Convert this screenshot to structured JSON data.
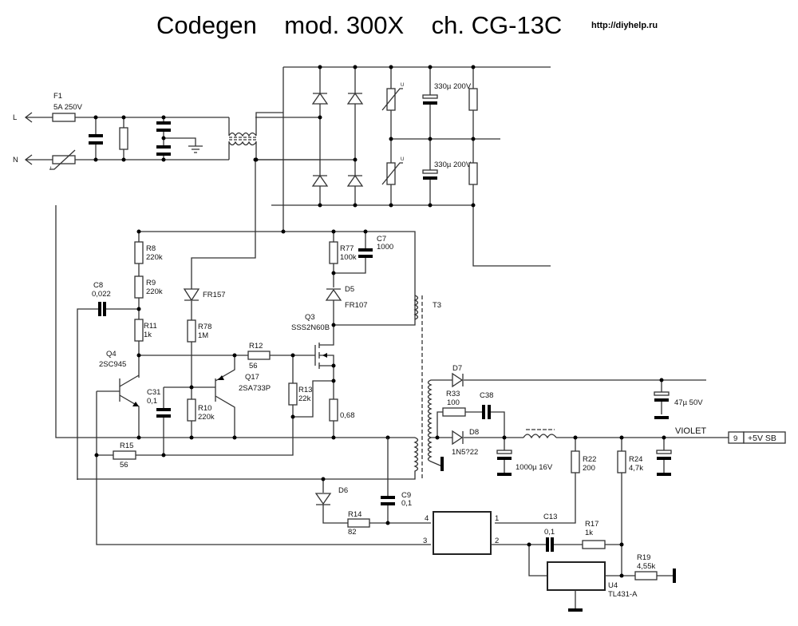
{
  "header": {
    "title": "Codegen    mod. 300X    ch. CG-13C",
    "url": "http://diyhelp.ru"
  },
  "colors": {
    "wire": "#333333",
    "background": "#ffffff",
    "text": "#111111"
  },
  "terminals": {
    "line": "L",
    "neutral": "N"
  },
  "components": {
    "F1": {
      "ref": "F1",
      "value": "5A 250V"
    },
    "C_bulk_top": {
      "value": "330µ 200V"
    },
    "C_bulk_bot": {
      "value": "330µ 200V"
    },
    "varistor_label": "U",
    "thermistor_label": "t",
    "R8": {
      "ref": "R8",
      "value": "220k"
    },
    "R9": {
      "ref": "R9",
      "value": "220k"
    },
    "R11": {
      "ref": "R11",
      "value": "1k"
    },
    "C8": {
      "ref": "C8",
      "value": "0,022"
    },
    "D_FR157": {
      "value": "FR157"
    },
    "R78": {
      "ref": "R78",
      "value": "1M"
    },
    "R77": {
      "ref": "R77",
      "value": "100k"
    },
    "C7": {
      "ref": "C7",
      "value": "1000"
    },
    "D5": {
      "ref": "D5",
      "value": "FR107"
    },
    "Q3": {
      "ref": "Q3",
      "value": "SSS2N60B"
    },
    "T3": {
      "ref": "T3"
    },
    "Q4": {
      "ref": "Q4",
      "value": "2SC945"
    },
    "R12": {
      "ref": "R12",
      "value": "56"
    },
    "Q17": {
      "ref": "Q17",
      "value": "2SA733P"
    },
    "C31": {
      "ref": "C31",
      "value": "0,1"
    },
    "R10": {
      "ref": "R10",
      "value": "220k"
    },
    "R13": {
      "ref": "R13",
      "value": "22k"
    },
    "R_sense": {
      "value": "0,68"
    },
    "R15": {
      "ref": "R15",
      "value": "56"
    },
    "D7": {
      "ref": "D7"
    },
    "R33": {
      "ref": "R33",
      "value": "100"
    },
    "C38": {
      "ref": "C38"
    },
    "D8": {
      "ref": "D8",
      "value": "1N5?22"
    },
    "C_out": {
      "value": "1000µ 16V"
    },
    "C_aux": {
      "value": "47µ 50V"
    },
    "R22": {
      "ref": "R22",
      "value": "200"
    },
    "R24": {
      "ref": "R24",
      "value": "4,7k"
    },
    "D6": {
      "ref": "D6"
    },
    "C9": {
      "ref": "C9",
      "value": "0,1"
    },
    "R14": {
      "ref": "R14",
      "value": "82"
    },
    "C13": {
      "ref": "C13",
      "value": "0,1"
    },
    "R17": {
      "ref": "R17",
      "value": "1k"
    },
    "R19": {
      "ref": "R19",
      "value": "4,55k"
    },
    "U4": {
      "ref": "U4",
      "value": "TL431-A"
    },
    "optocoupler_pins": [
      "1",
      "2",
      "3",
      "4"
    ]
  },
  "output": {
    "wire_color_label": "VIOLET",
    "pin": "9",
    "rail": "+5V SB"
  }
}
